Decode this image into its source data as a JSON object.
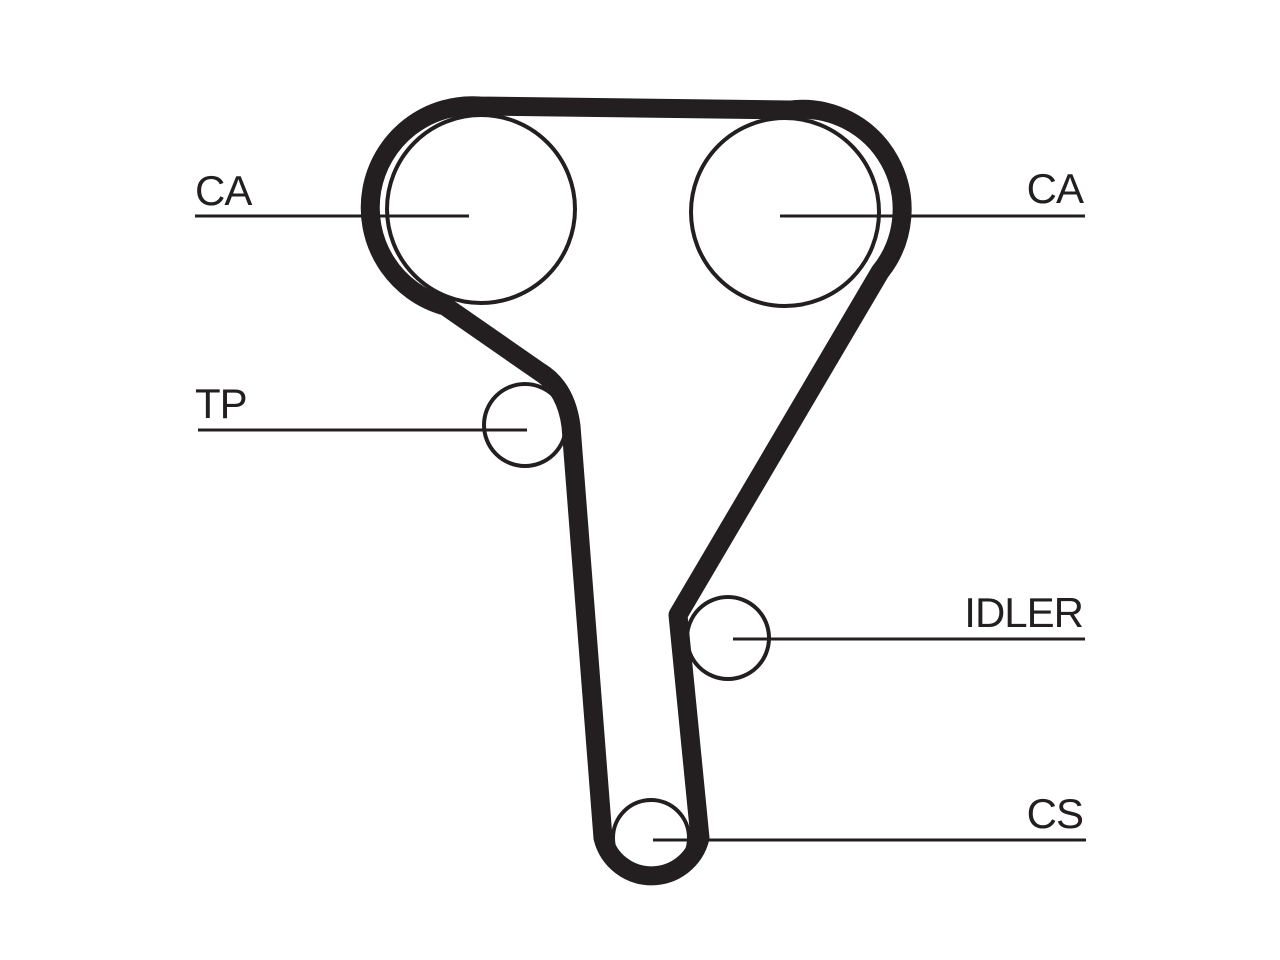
{
  "labels": {
    "cam_left": "CA",
    "cam_right": "CA",
    "tensioner": "TP",
    "idler": "IDLER",
    "crankshaft": "CS"
  },
  "colors": {
    "ink": "#231f20",
    "background": "#ffffff"
  }
}
